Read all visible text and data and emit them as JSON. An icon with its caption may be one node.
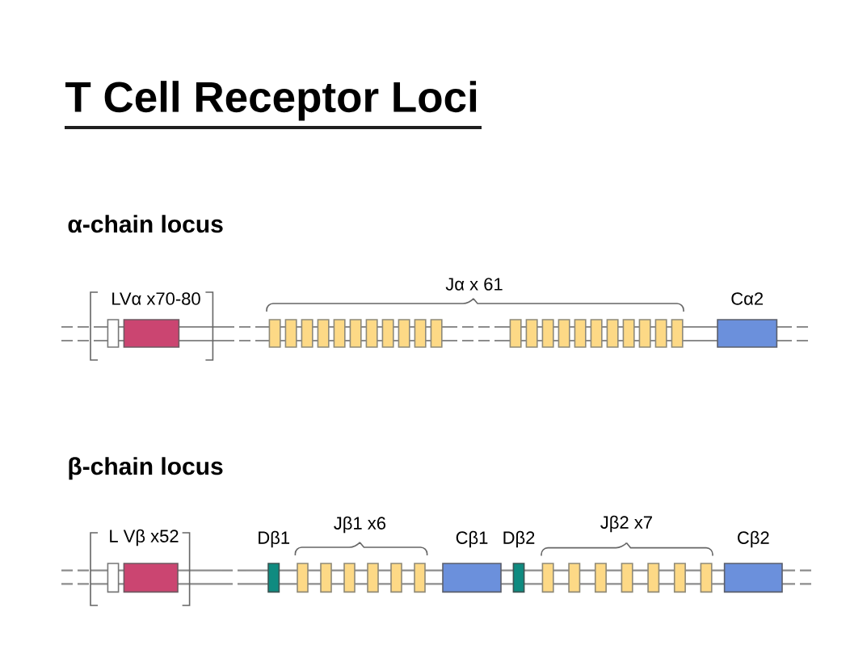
{
  "diagram": {
    "title": "T Cell Receptor Loci",
    "nodes": [
      {
        "text": [],
        "shape": "box"
      },
      {
        "text": [],
        "shape": "box"
      },
      {
        "text": [],
        "shape": "box"
      },
      {
        "text": [],
        "shape": "box"
      },
      {
        "text": [],
        "shape": "box"
      },
      {
        "text": [],
        "shape": "box"
      },
      {
        "text": [],
        "shape": "box"
      },
      {
        "text": [],
        "shape": "box"
      },
      {
        "text": [],
        "shape": "box"
      },
      {
        "text": [],
        "shape": "box"
      },
      {
        "text": [],
        "shape": "box"
      },
      {
        "text": [],
        "shape": "box"
      },
      {
        "text": [],
        "shape": "box"
      },
      {
        "text": [],
        "shape": "box"
      },
      {
        "text": [],
        "shape": "box"
      },
      {
        "text": [],
        "shape": "box"
      },
      {
        "text": [],
        "shape": "box"
      },
      {
        "text": [],
        "shape": "box"
      },
      {
        "text": [],
        "shape": "box"
      },
      {
        "text": [],
        "shape": "box"
      },
      {
        "text": [],
        "shape": "box"
      },
      {
        "text": [],
        "shape": "box"
      },
      {
        "text": [],
        "shape": "box"
      },
      {
        "text": [],
        "shape": "box"
      },
      {
        "text": [
          "Cα2"
        ]
      },
      {
        "text": [],
        "shape": "box"
      },
      {
        "text": [],
        "shape": "box"
      },
      {
        "text": [
          "Dβ1"
        ]
      },
      {
        "text": [],
        "shape": "box"
      },
      {
        "text": [],
        "shape": "box"
      },
      {
        "text": [],
        "shape": "box"
      },
      {
        "text": [],
        "shape": "box"
      },
      {
        "text": [],
        "shape": "box"
      },
      {
        "text": [],
        "shape": "box"
      },
      {
        "text": [
          "Cβ1"
        ]
      },
      {
        "text": [
          "Dβ2"
        ]
      },
      {
        "text": [],
        "shape": "box"
      },
      {
        "text": [],
        "shape": "box"
      },
      {
        "text": [],
        "shape": "box"
      },
      {
        "text": [],
        "shape": "box"
      },
      {
        "text": [],
        "shape": "box"
      },
      {
        "text": [],
        "shape": "box"
      },
      {
        "text": [],
        "shape": "box"
      },
      {
        "text": [
          "Cβ2"
        ]
      }
    ],
    "labels": [
      "α-chain locus",
      "LVα x70-80",
      "Jα x 61",
      "β-chain locus",
      "L Vβ x52",
      "Jβ1 x6",
      "Jβ2 x7"
    ]
  }
}
